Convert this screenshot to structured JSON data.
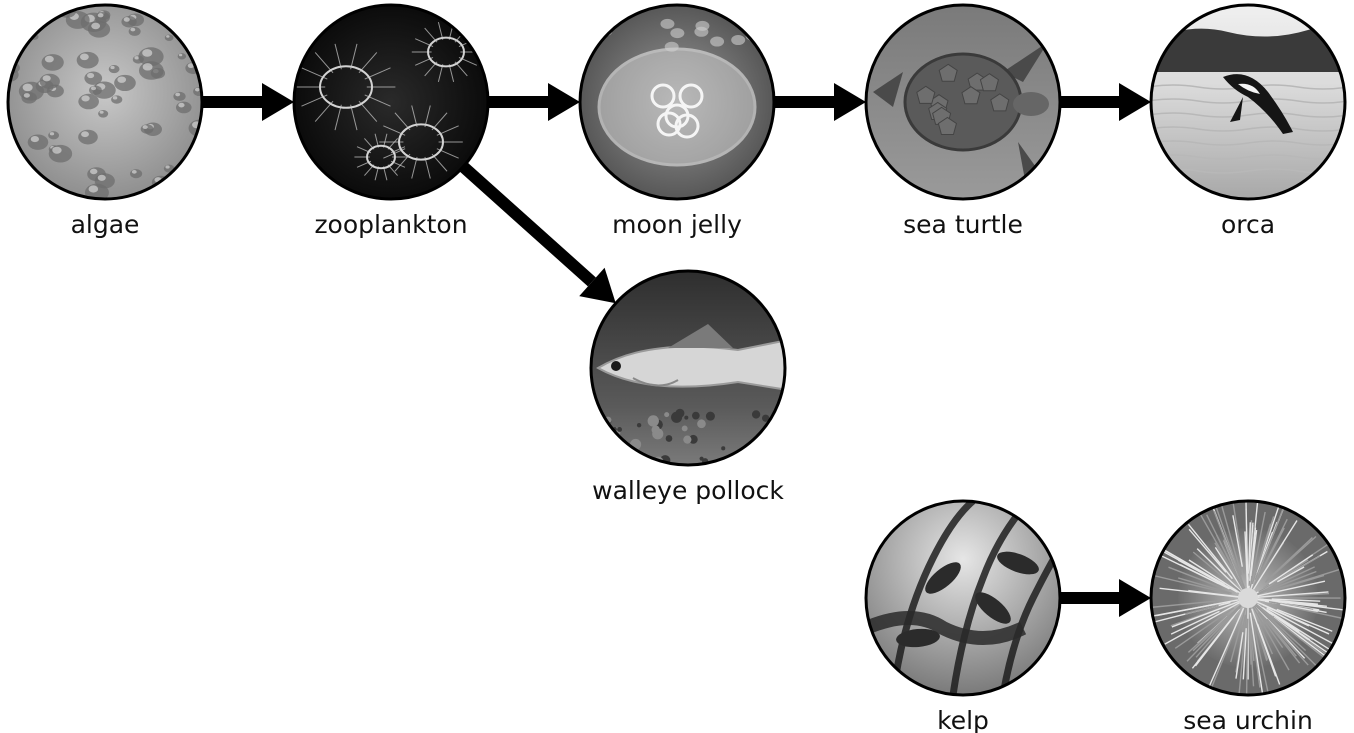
{
  "organisms": [
    {
      "id": "algae",
      "label": "algae",
      "texture": "algae-cells"
    },
    {
      "id": "zooplankton",
      "label": "zooplankton",
      "texture": "plankton-dark"
    },
    {
      "id": "moon-jelly",
      "label": "moon jelly",
      "texture": "jellyfish"
    },
    {
      "id": "sea-turtle",
      "label": "sea turtle",
      "texture": "turtle"
    },
    {
      "id": "orca",
      "label": "orca",
      "texture": "orca-breach"
    },
    {
      "id": "walleye-pollock",
      "label": "walleye pollock",
      "texture": "fish"
    },
    {
      "id": "kelp",
      "label": "kelp",
      "texture": "kelp-forest"
    },
    {
      "id": "sea-urchin",
      "label": "sea urchin",
      "texture": "spiny-urchin"
    }
  ],
  "links": [
    {
      "from": "algae",
      "to": "zooplankton"
    },
    {
      "from": "zooplankton",
      "to": "moon-jelly"
    },
    {
      "from": "moon-jelly",
      "to": "sea-turtle"
    },
    {
      "from": "sea-turtle",
      "to": "orca"
    },
    {
      "from": "zooplankton",
      "to": "walleye-pollock"
    },
    {
      "from": "kelp",
      "to": "sea-urchin"
    }
  ],
  "colors": {
    "arrow": "#000000",
    "outline": "#000000",
    "label": "#111111"
  }
}
